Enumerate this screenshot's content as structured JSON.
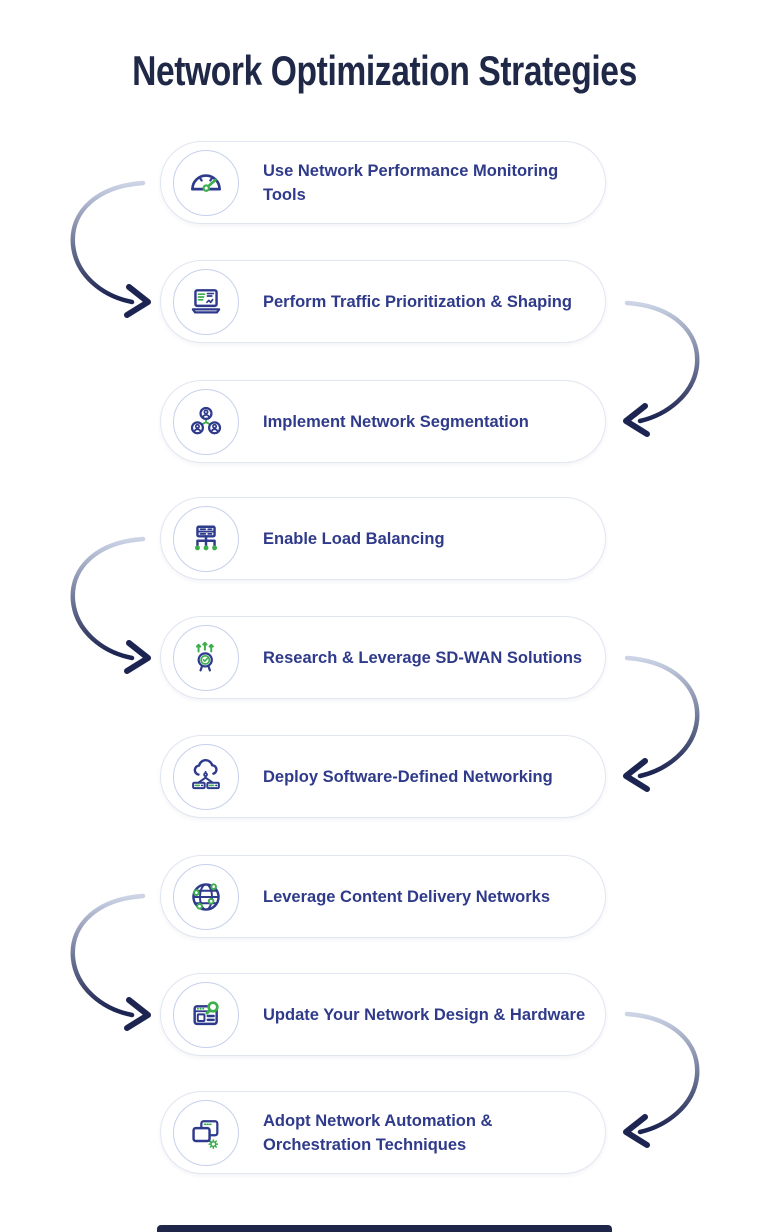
{
  "page": {
    "title": "Network Optimization Strategies"
  },
  "items": [
    {
      "label": "Use Network Performance Monitoring Tools",
      "icon": "speedometer-icon"
    },
    {
      "label": "Perform Traffic Prioritization & Shaping",
      "icon": "laptop-chart-icon"
    },
    {
      "label": "Implement Network Segmentation",
      "icon": "user-network-icon"
    },
    {
      "label": "Enable Load Balancing",
      "icon": "load-balancer-icon"
    },
    {
      "label": "Research & Leverage SD-WAN Solutions",
      "icon": "award-badge-icon"
    },
    {
      "label": "Deploy Software-Defined Networking",
      "icon": "cloud-network-icon"
    },
    {
      "label": "Leverage Content Delivery Networks",
      "icon": "globe-network-icon"
    },
    {
      "label": "Update Your Network Design & Hardware",
      "icon": "browser-search-icon"
    },
    {
      "label": "Adopt Network Automation & Orchestration Techniques",
      "icon": "windows-gear-icon"
    }
  ],
  "colors": {
    "title": "#1f2847",
    "text": "#2f3b8a",
    "icon": "#2e3a8c",
    "green": "#3cae4c",
    "pill_border": "#e2e6f2",
    "circle_border": "#c7d1ec",
    "arrow_light": "#ccd4e6",
    "arrow_dark": "#1c2451",
    "footer": "#1e2749",
    "background": "#ffffff"
  }
}
